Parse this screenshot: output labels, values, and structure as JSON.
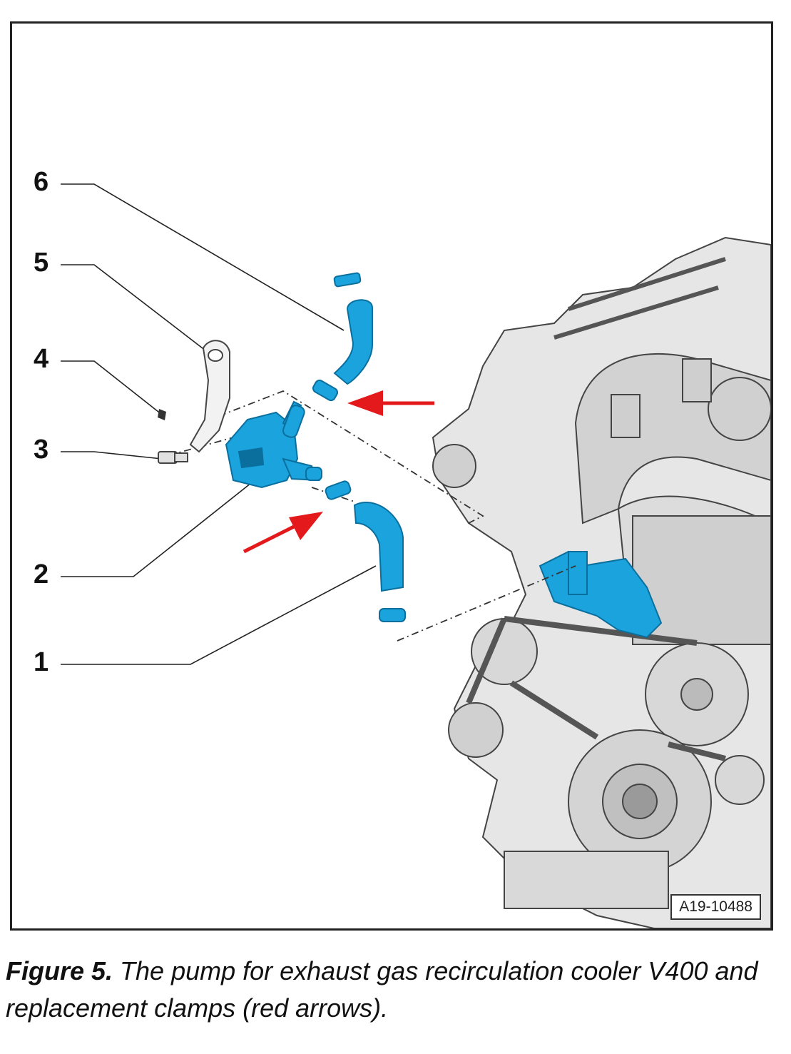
{
  "figure": {
    "callouts": [
      "1",
      "2",
      "3",
      "4",
      "5",
      "6"
    ],
    "reference_code": "A19-10488"
  },
  "caption": {
    "label": "Figure 5.",
    "text": " The pump for exhaust gas recirculation cooler V400 and replacement clamps (red arrows)."
  },
  "colors": {
    "component": "#1aa3dc",
    "component_dark": "#0b6f9e",
    "arrow": "#e3191b",
    "engine_line": "#444444"
  }
}
